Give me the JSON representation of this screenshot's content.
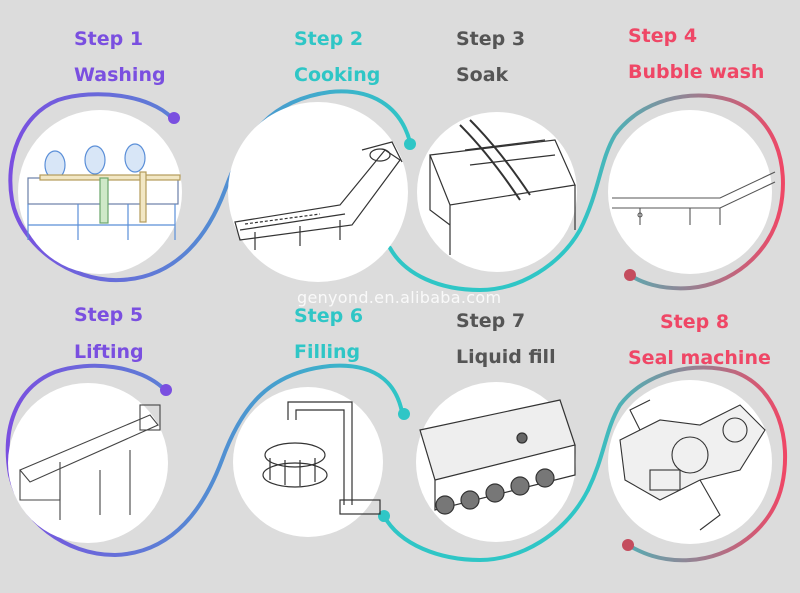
{
  "colors": {
    "purple": "#7a4fe0",
    "teal": "#2fc6c6",
    "gray": "#555555",
    "red": "#ef4766"
  },
  "watermark": "genyond.en.alibaba.com",
  "steps": [
    {
      "step": "Step 1",
      "name": "Washing",
      "icon": "washing-machine-sketch",
      "color": "purple"
    },
    {
      "step": "Step 2",
      "name": "Cooking",
      "icon": "cooking-conveyor-sketch",
      "color": "teal"
    },
    {
      "step": "Step 3",
      "name": "Soak",
      "icon": "soak-tank-sketch",
      "color": "gray"
    },
    {
      "step": "Step 4",
      "name": "Bubble wash",
      "icon": "bubble-wash-sketch",
      "color": "red"
    },
    {
      "step": "Step 5",
      "name": "Lifting",
      "icon": "lifting-conveyor-sketch",
      "color": "purple"
    },
    {
      "step": "Step 6",
      "name": "Filling",
      "icon": "filling-machine-sketch",
      "color": "teal"
    },
    {
      "step": "Step 7",
      "name": "Liquid fill",
      "icon": "liquid-fill-sketch",
      "color": "gray"
    },
    {
      "step": "Step 8",
      "name": "Seal machine",
      "icon": "seal-machine-sketch",
      "color": "red"
    }
  ]
}
